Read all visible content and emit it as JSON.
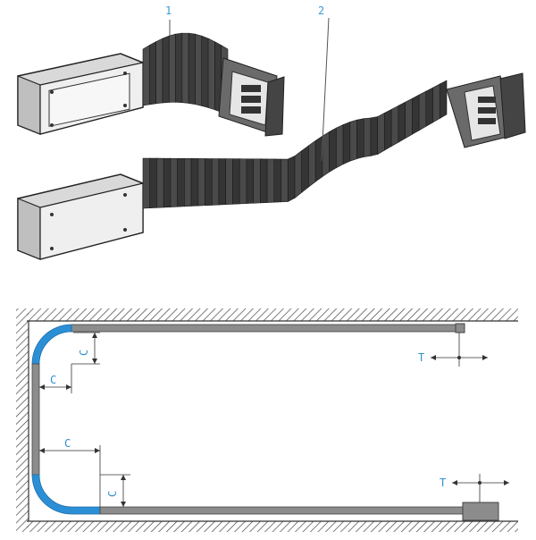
{
  "callouts": [
    {
      "label": "1",
      "color": "#3a9ad9"
    },
    {
      "label": "2",
      "color": "#3a9ad9"
    }
  ],
  "dimensions": {
    "c_label": "C",
    "t_label": "T",
    "color": "#2f8fd0"
  },
  "colors": {
    "bend": "#2b8fd6",
    "chain": "#8c8c8c",
    "hatch": "#555555",
    "links": "#3d3d3d",
    "links_light": "#5a5a5a",
    "bracket": "#e8e8e8"
  }
}
